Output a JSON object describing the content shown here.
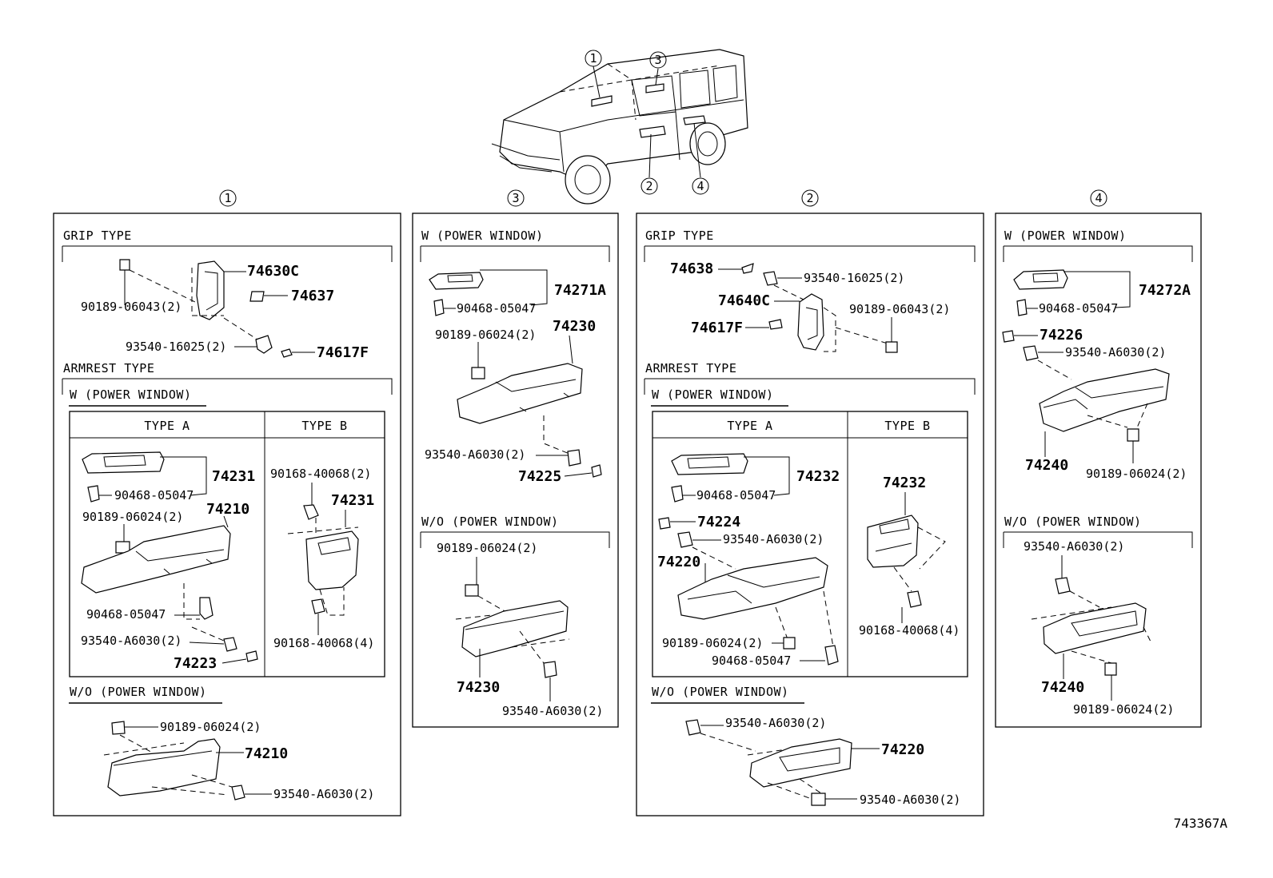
{
  "reference_code": "743367A",
  "callouts": [
    "1",
    "2",
    "3",
    "4"
  ],
  "panels": {
    "p1": {
      "number": "1",
      "grip_type": "GRIP TYPE",
      "armrest_type": "ARMREST TYPE",
      "w_power_window": "W (POWER WINDOW)",
      "type_a": "TYPE A",
      "type_b": "TYPE B",
      "wo_power_window": "W/O (POWER WINDOW)",
      "parts": {
        "a": "74630C",
        "b": "74637",
        "c": "90189-06043(2)",
        "d": "93540-16025(2)",
        "e": "74617F",
        "f": "74231",
        "g": "90468-05047",
        "h": "90189-06024(2)",
        "i": "74210",
        "j": "90468-05047",
        "k": "93540-A6030(2)",
        "l": "74223",
        "m": "90168-40068(2)",
        "n": "74231",
        "o": "90168-40068(4)",
        "p": "90189-06024(2)",
        "q": "74210",
        "r": "93540-A6030(2)"
      }
    },
    "p3": {
      "number": "3",
      "w_power_window": "W (POWER WINDOW)",
      "wo_power_window": "W/O (POWER WINDOW)",
      "parts": {
        "a": "74271A",
        "b": "90468-05047",
        "c": "90189-06024(2)",
        "d": "74230",
        "e": "93540-A6030(2)",
        "f": "74225",
        "g": "90189-06024(2)",
        "h": "74230",
        "i": "93540-A6030(2)"
      }
    },
    "p2": {
      "number": "2",
      "grip_type": "GRIP TYPE",
      "armrest_type": "ARMREST TYPE",
      "w_power_window": "W (POWER WINDOW)",
      "type_a": "TYPE A",
      "type_b": "TYPE B",
      "wo_power_window": "W/O (POWER WINDOW)",
      "parts": {
        "a": "74638",
        "b": "93540-16025(2)",
        "c": "74640C",
        "d": "90189-06043(2)",
        "e": "74617F",
        "f": "74232",
        "g": "90468-05047",
        "h": "74224",
        "i": "93540-A6030(2)",
        "j": "74220",
        "k": "90189-06024(2)",
        "l": "90468-05047",
        "m": "74232",
        "n": "90168-40068(4)",
        "o": "93540-A6030(2)",
        "p": "74220",
        "q": "93540-A6030(2)"
      }
    },
    "p4": {
      "number": "4",
      "w_power_window": "W (POWER WINDOW)",
      "wo_power_window": "W/O (POWER WINDOW)",
      "parts": {
        "a": "74272A",
        "b": "90468-05047",
        "c": "74226",
        "d": "93540-A6030(2)",
        "e": "74240",
        "f": "90189-06024(2)",
        "g": "93540-A6030(2)",
        "h": "74240",
        "i": "90189-06024(2)"
      }
    }
  }
}
